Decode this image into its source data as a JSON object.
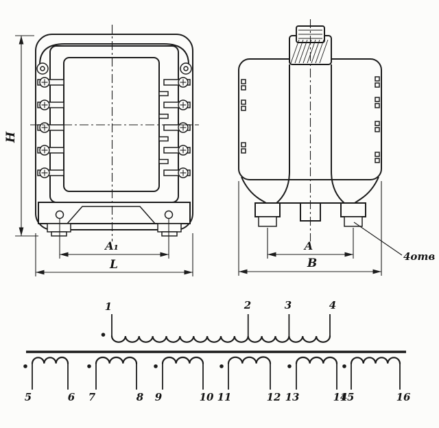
{
  "colors": {
    "ink": "#1b1b1b",
    "paper": "#fcfcfa"
  },
  "front_view": {
    "dim_height_label": "H",
    "dim_mount_spacing_label": "A₁",
    "dim_length_label": "L"
  },
  "side_view": {
    "dim_mount_spacing_label": "A",
    "dim_width_label": "B",
    "mount_holes_note": "4отв"
  },
  "schematic": {
    "primary_terminals": [
      "1",
      "2",
      "3",
      "4"
    ],
    "secondary_terminals": [
      "5",
      "6",
      "7",
      "8",
      "9",
      "10",
      "11",
      "12",
      "13",
      "14",
      "15",
      "16"
    ]
  }
}
